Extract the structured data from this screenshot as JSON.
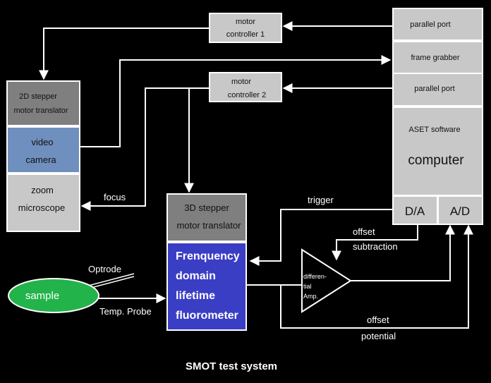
{
  "diagram": {
    "caption": "SMOT test system",
    "motor_controller_1": [
      "motor",
      "controller 1"
    ],
    "motor_controller_2": [
      "motor",
      "controller 2"
    ],
    "computer": {
      "parallel_port_1": "parallel port",
      "frame_grabber": "frame grabber",
      "parallel_port_2": "parallel port",
      "software": "ASET software",
      "title": "computer",
      "da": "D/A",
      "ad": "A/D"
    },
    "stepper_2d": [
      "2D stepper",
      "motor translator"
    ],
    "video_camera": [
      "video",
      "camera"
    ],
    "zoom_microscope": [
      "zoom",
      "microscope"
    ],
    "stepper_3d": [
      "3D stepper",
      "motor translator"
    ],
    "fluorometer": [
      "Frenquency",
      "domain",
      "lifetime",
      "fluorometer"
    ],
    "amplifier": [
      "differen-",
      "tial",
      "Amp."
    ],
    "sample": "sample",
    "labels": {
      "focus": "focus",
      "trigger": "trigger",
      "optrode": "Optrode",
      "temp_probe": "Temp. Probe",
      "offset_subtraction": [
        "offset",
        "subtraction"
      ],
      "offset_potential": [
        "offset",
        "potential"
      ]
    },
    "colors": {
      "background": "#000000",
      "gray_box": "#c8c8c8",
      "dark_gray_box": "#7f7f7f",
      "camera_blue": "#6f8fbe",
      "fluorometer_blue": "#3a3ec4",
      "sample_green": "#22b34a"
    }
  }
}
